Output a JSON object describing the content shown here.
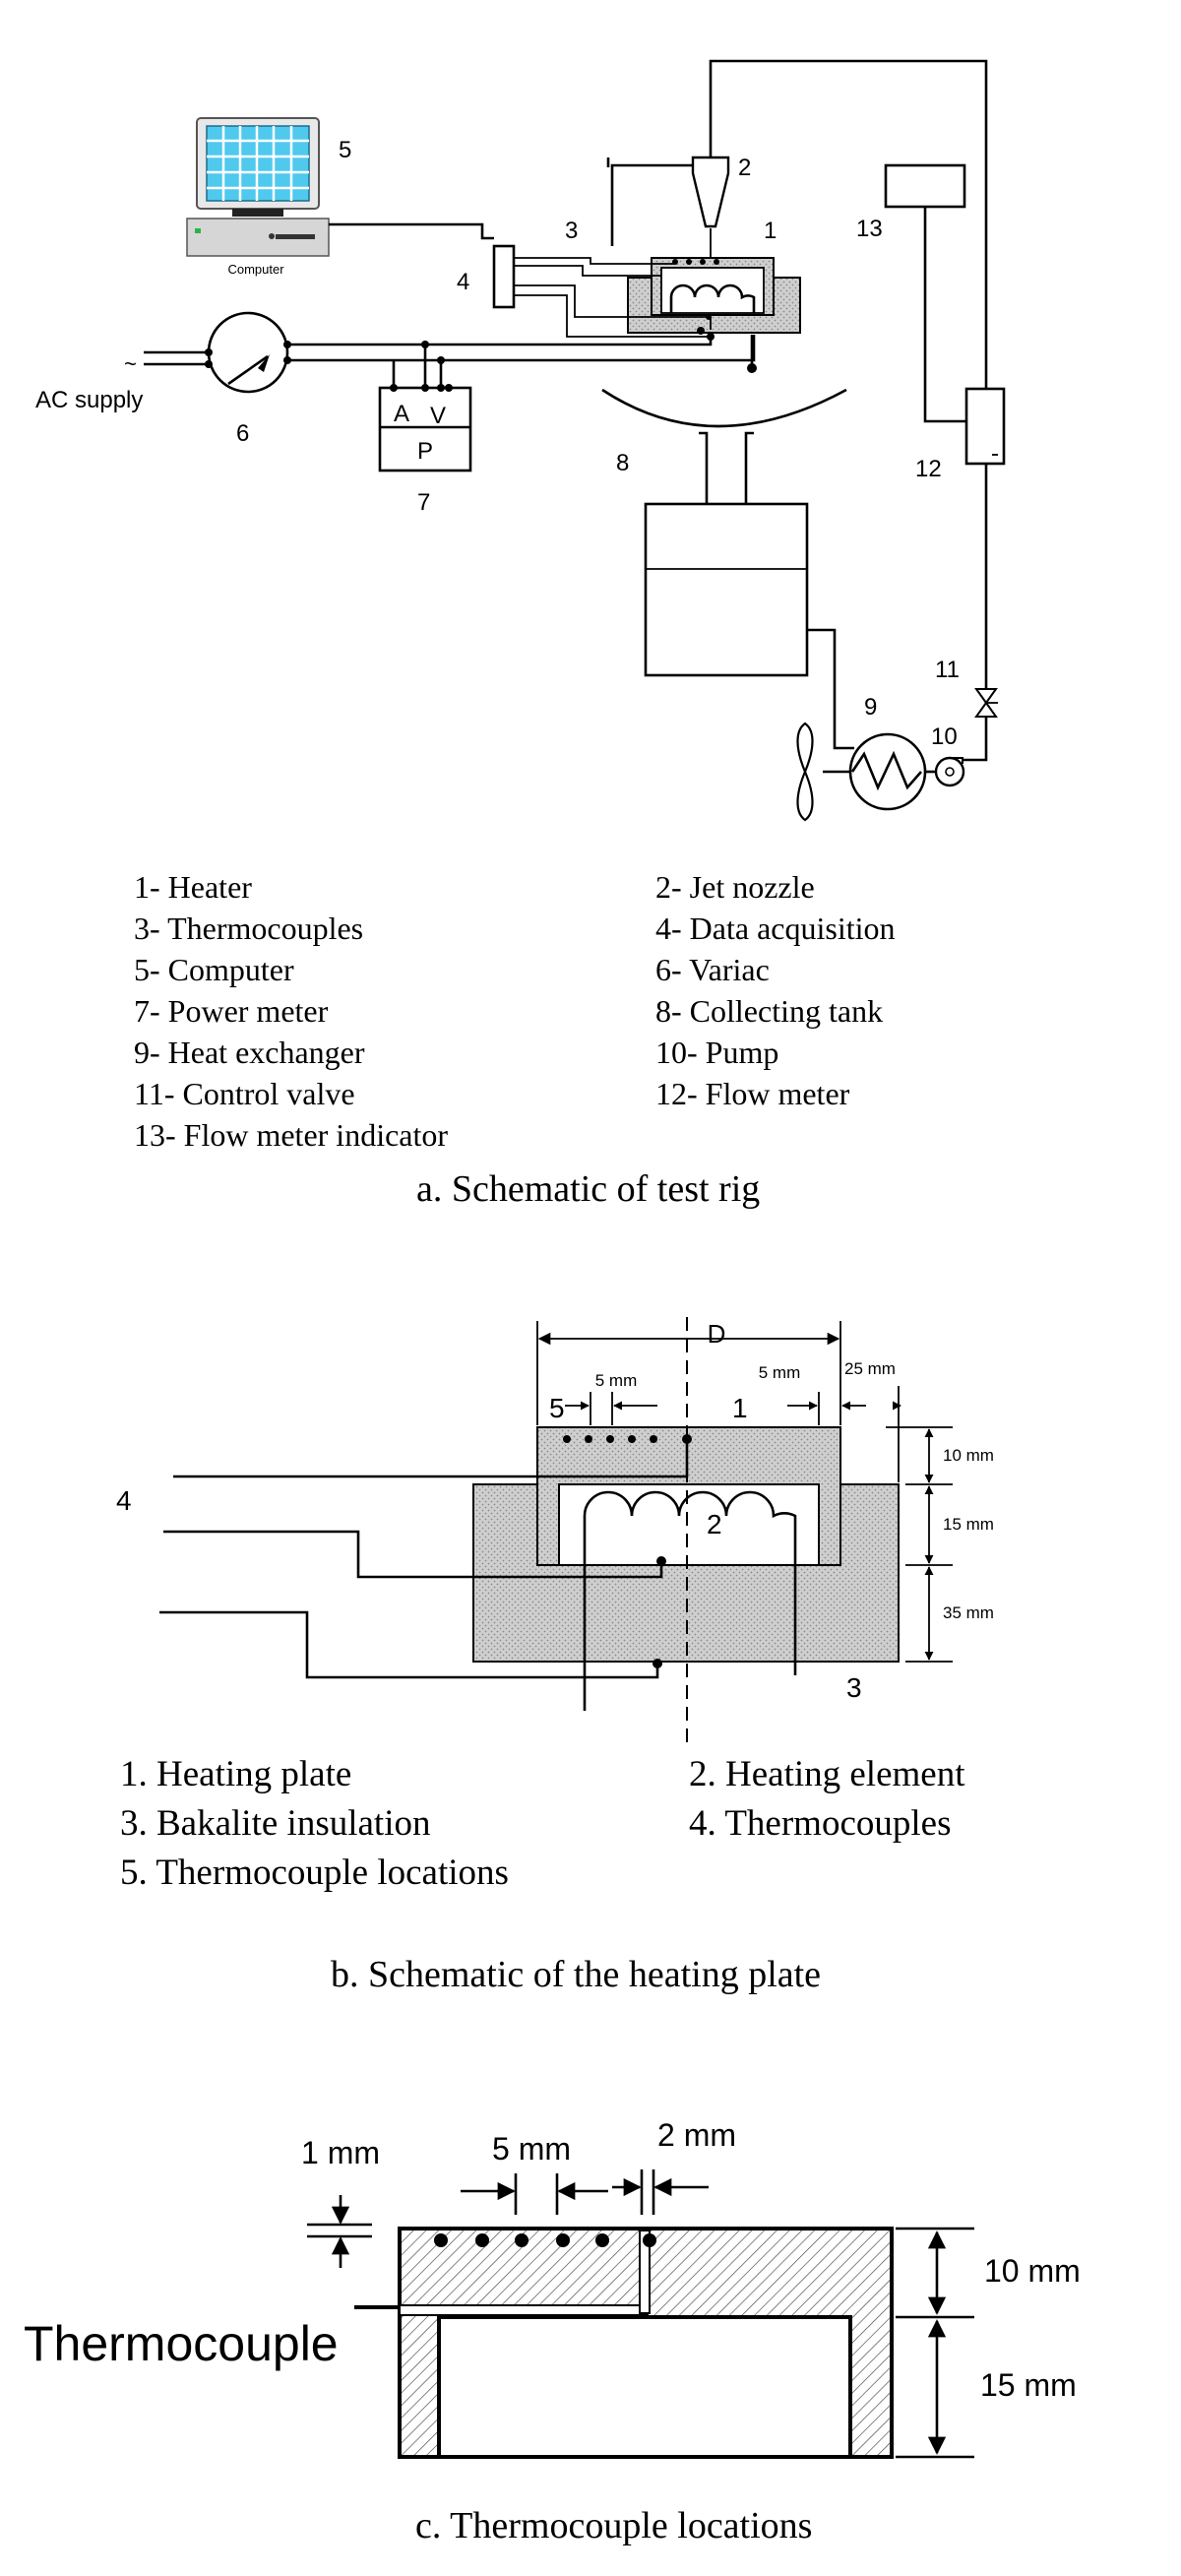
{
  "rig": {
    "callouts": {
      "n1": "1",
      "n2": "2",
      "n3": "3",
      "n4": "4",
      "n5": "5",
      "n6": "6",
      "n7": "7",
      "n8": "8",
      "n9": "9",
      "n10": "10",
      "n11": "11",
      "n12": "12",
      "n13": "13"
    },
    "computer_label": "Computer",
    "ac_supply": "AC supply",
    "ac_symbol": "~",
    "meter_a": "A",
    "meter_v": "V",
    "meter_p": "P",
    "legend": [
      "1- Heater",
      "2- Jet nozzle",
      "3- Thermocouples",
      "4- Data acquisition",
      "5- Computer",
      "6- Variac",
      "7-  Power meter",
      "8- Collecting tank",
      "9- Heat exchanger",
      "10- Pump",
      "11- Control valve",
      "12- Flow meter",
      "13- Flow meter indicator"
    ],
    "caption": "a.   Schematic of test rig"
  },
  "plate": {
    "dim_d": "D",
    "dim_5mm_a": "5 mm",
    "dim_5mm_b": "5 mm",
    "dim_25mm": "25 mm",
    "dim_10mm": "10 mm",
    "dim_15mm": "15 mm",
    "dim_35mm": "35 mm",
    "n1": "1",
    "n2": "2",
    "n3": "3",
    "n4": "4",
    "n5": "5",
    "legend": [
      "1. Heating plate",
      "2. Heating element",
      "3. Bakalite insulation",
      "4. Thermocouples",
      "5. Thermocouple locations"
    ],
    "caption": "b.   Schematic of the heating plate"
  },
  "locations": {
    "dim_1mm": "1 mm",
    "dim_5mm": "5 mm",
    "dim_2mm": "2 mm",
    "dim_10mm": "10 mm",
    "dim_15mm": "15 mm",
    "thermocouple": "Thermocouple",
    "caption": "c. Thermocouple locations"
  }
}
